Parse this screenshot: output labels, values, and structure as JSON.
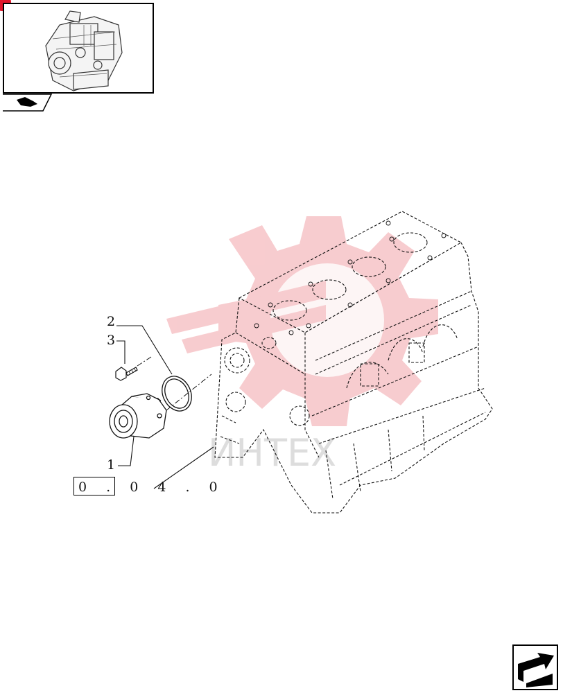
{
  "diagram": {
    "callouts": [
      {
        "id": "2",
        "label": "2"
      },
      {
        "id": "3",
        "label": "3"
      },
      {
        "id": "1",
        "label": "1"
      }
    ],
    "reference_code": "0 . 0 4 . 0",
    "watermark": "ИНТЕХ"
  },
  "colors": {
    "line": "#111111",
    "watermark_red": "#f2a3a8",
    "accent_red": "#e0162b"
  },
  "icons": {
    "thumbnail": "engine-thumbnail-icon",
    "thumbnail_tab": "engine-view-icon",
    "navigation": "next-page-arrow-icon"
  }
}
